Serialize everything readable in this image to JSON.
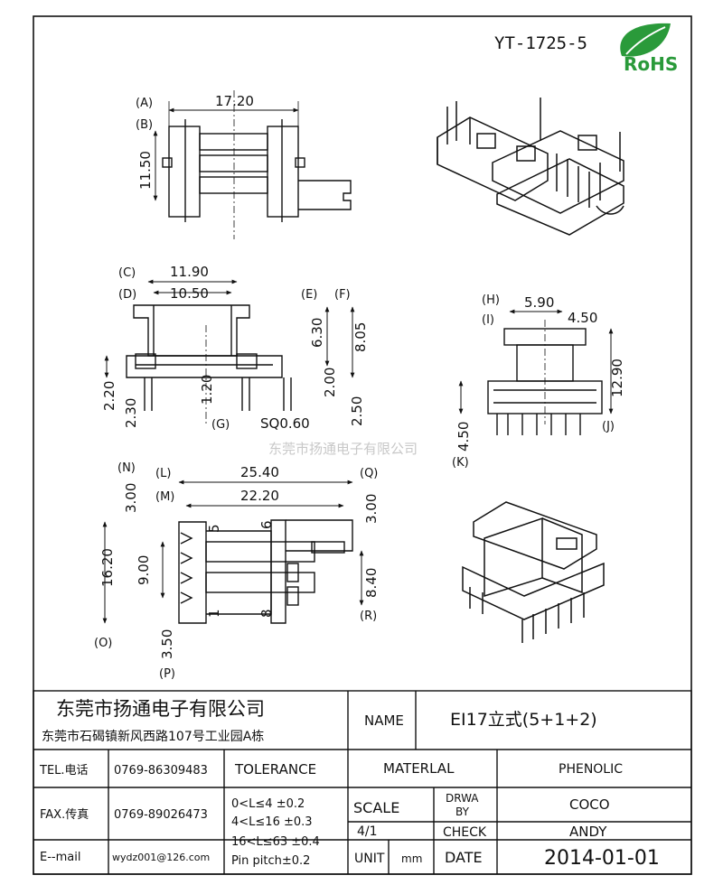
{
  "header": {
    "part_number": "YT-1725-5",
    "rohs_label": "RoHS"
  },
  "dims": {
    "a": "(A)",
    "b": "(B)",
    "c": "(C)",
    "d": "(D)",
    "e": "(E)",
    "f": "(F)",
    "g": "(G)",
    "h": "(H)",
    "i": "(I)",
    "j": "(J)",
    "k": "(K)",
    "l": "(L)",
    "m": "(M)",
    "n": "(N)",
    "o": "(O)",
    "p": "(P)",
    "q": "(Q)",
    "r": "(R)",
    "top_width": "17.20",
    "top_height": "11.50",
    "side_c": "11.90",
    "side_d": "10.50",
    "side_e": "6.30",
    "side_f": "8.05",
    "side_220": "2.20",
    "side_230": "2.30",
    "side_120": "1.20",
    "side_200": "2.00",
    "side_250": "2.50",
    "side_sq": "SQ0.60",
    "front_h": "5.90",
    "front_i": "4.50",
    "front_j": "12.90",
    "front_k": "4.50",
    "bot_l": "25.40",
    "bot_m": "22.20",
    "bot_n": "3.00",
    "bot_q": "3.00",
    "bot_o": "16.20",
    "bot_9": "9.00",
    "bot_r": "8.40",
    "bot_p": "3.50",
    "pin5": "5",
    "pin6": "6",
    "pin1": "1",
    "pin8": "8"
  },
  "watermark": "东莞市扬通电子有限公司",
  "title_block": {
    "company": "东莞市扬通电子有限公司",
    "address": "东莞市石碣镇新风西路107号工业园A栋",
    "name_label": "NAME",
    "name_value": "EI17立式(5+1+2)",
    "tel_label": "TEL.电话",
    "tel_value": "0769-86309483",
    "fax_label": "FAX.传真",
    "fax_value": "0769-89026473",
    "email_label": "E--mail",
    "email_value": "wydz001@126.com",
    "tolerance_label": "TOLERANCE",
    "tol_1": "0<L≤4   ±0.2",
    "tol_2": "4<L≤16  ±0.3",
    "tol_3": "16<L≤63 ±0.4",
    "tol_4": "Pin pitch±0.2",
    "material_label": "MATERLAL",
    "material_value": "PHENOLIC",
    "scale_label": "SCALE",
    "scale_value": "4/1",
    "drwa_label_1": "DRWA",
    "drwa_label_2": "BY",
    "drwa_value": "COCO",
    "check_label": "CHECK",
    "check_value": "ANDY",
    "unit_label": "UNIT",
    "unit_value": "mm",
    "date_label": "DATE",
    "date_value": "2014-01-01"
  }
}
